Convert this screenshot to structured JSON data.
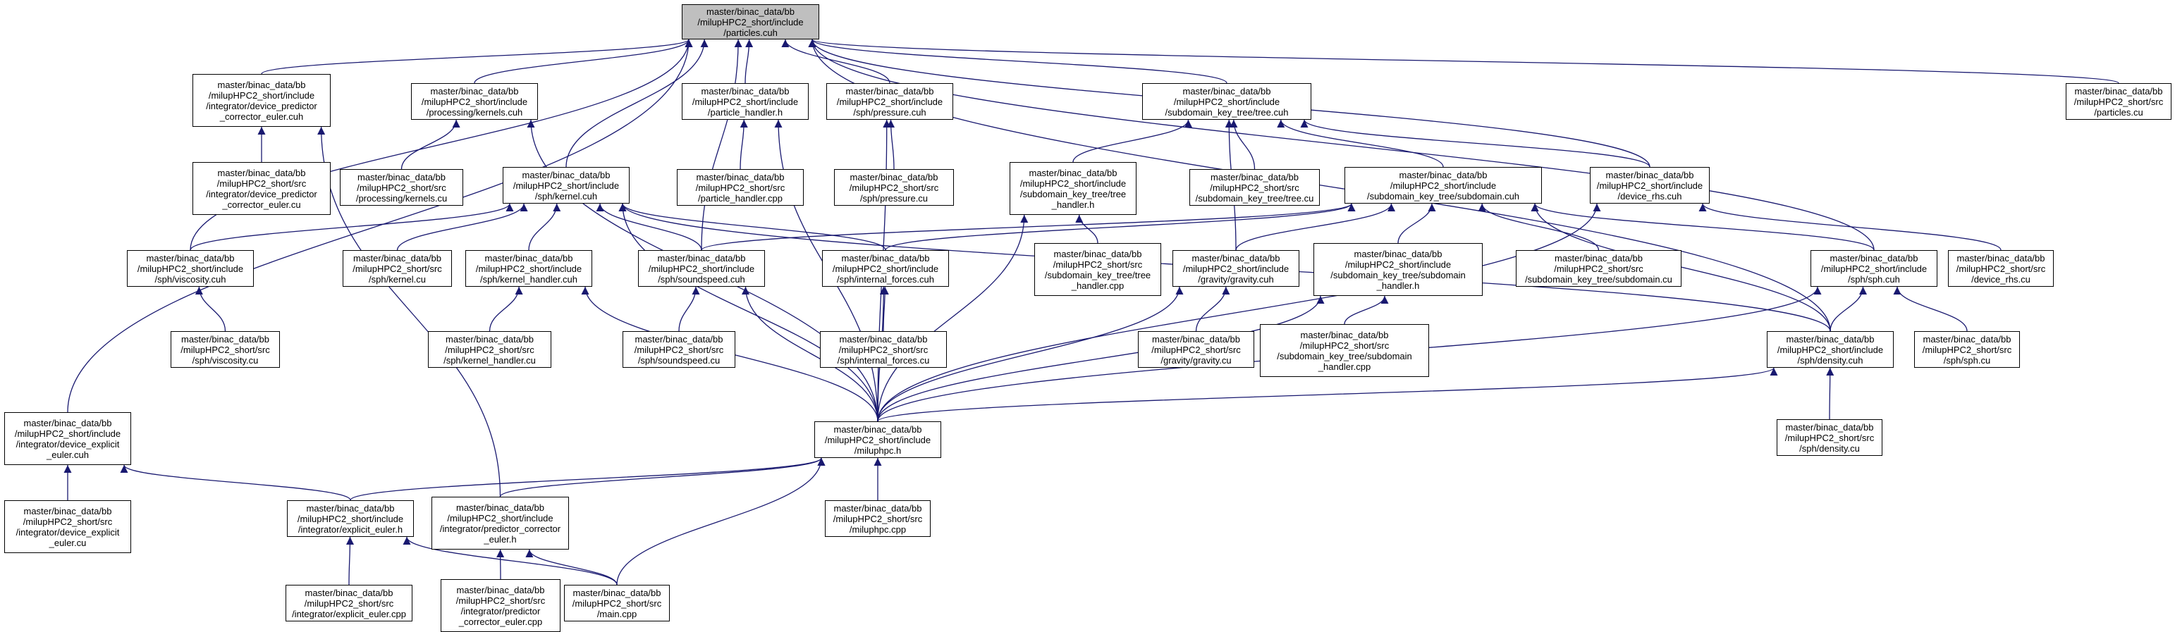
{
  "colors": {
    "edge": "#191970",
    "node_border": "#000000",
    "root_fill": "#bfbfbf",
    "node_fill": "#ffffff"
  },
  "nodes": {
    "particles_cuh": {
      "lines": [
        "master/binac_data/bb",
        "/milupHPC2_short/include",
        "/particles.cuh"
      ],
      "root": true
    },
    "device_predictor_corrector_euler_cuh": {
      "lines": [
        "master/binac_data/bb",
        "/milupHPC2_short/include",
        "/integrator/device_predictor",
        "_corrector_euler.cuh"
      ]
    },
    "processing_kernels_cuh": {
      "lines": [
        "master/binac_data/bb",
        "/milupHPC2_short/include",
        "/processing/kernels.cuh"
      ]
    },
    "particle_handler_h": {
      "lines": [
        "master/binac_data/bb",
        "/milupHPC2_short/include",
        "/particle_handler.h"
      ]
    },
    "sph_pressure_cuh": {
      "lines": [
        "master/binac_data/bb",
        "/milupHPC2_short/include",
        "/sph/pressure.cuh"
      ]
    },
    "tree_cuh": {
      "lines": [
        "master/binac_data/bb",
        "/milupHPC2_short/include",
        "/subdomain_key_tree/tree.cuh"
      ]
    },
    "src_particles_cu": {
      "lines": [
        "master/binac_data/bb",
        "/milupHPC2_short/src",
        "/particles.cu"
      ]
    },
    "src_device_predictor_corrector_euler_cu": {
      "lines": [
        "master/binac_data/bb",
        "/milupHPC2_short/src",
        "/integrator/device_predictor",
        "_corrector_euler.cu"
      ]
    },
    "src_processing_kernels_cu": {
      "lines": [
        "master/binac_data/bb",
        "/milupHPC2_short/src",
        "/processing/kernels.cu"
      ]
    },
    "sph_kernel_cuh": {
      "lines": [
        "master/binac_data/bb",
        "/milupHPC2_short/include",
        "/sph/kernel.cuh"
      ]
    },
    "src_particle_handler_cpp": {
      "lines": [
        "master/binac_data/bb",
        "/milupHPC2_short/src",
        "/particle_handler.cpp"
      ]
    },
    "src_sph_pressure_cu": {
      "lines": [
        "master/binac_data/bb",
        "/milupHPC2_short/src",
        "/sph/pressure.cu"
      ]
    },
    "tree_handler_h": {
      "lines": [
        "master/binac_data/bb",
        "/milupHPC2_short/include",
        "/subdomain_key_tree/tree",
        "_handler.h"
      ]
    },
    "src_tree_cu": {
      "lines": [
        "master/binac_data/bb",
        "/milupHPC2_short/src",
        "/subdomain_key_tree/tree.cu"
      ]
    },
    "subdomain_cuh": {
      "lines": [
        "master/binac_data/bb",
        "/milupHPC2_short/include",
        "/subdomain_key_tree/subdomain.cuh"
      ]
    },
    "device_rhs_cuh": {
      "lines": [
        "master/binac_data/bb",
        "/milupHPC2_short/include",
        "/device_rhs.cuh"
      ]
    },
    "sph_viscosity_cuh": {
      "lines": [
        "master/binac_data/bb",
        "/milupHPC2_short/include",
        "/sph/viscosity.cuh"
      ]
    },
    "src_sph_kernel_cu": {
      "lines": [
        "master/binac_data/bb",
        "/milupHPC2_short/src",
        "/sph/kernel.cu"
      ]
    },
    "sph_kernel_handler_cuh": {
      "lines": [
        "master/binac_data/bb",
        "/milupHPC2_short/include",
        "/sph/kernel_handler.cuh"
      ]
    },
    "sph_soundspeed_cuh": {
      "lines": [
        "master/binac_data/bb",
        "/milupHPC2_short/include",
        "/sph/soundspeed.cuh"
      ]
    },
    "sph_internal_forces_cuh": {
      "lines": [
        "master/binac_data/bb",
        "/milupHPC2_short/include",
        "/sph/internal_forces.cuh"
      ]
    },
    "src_tree_handler_cpp": {
      "lines": [
        "master/binac_data/bb",
        "/milupHPC2_short/src",
        "/subdomain_key_tree/tree",
        "_handler.cpp"
      ]
    },
    "gravity_cuh": {
      "lines": [
        "master/binac_data/bb",
        "/milupHPC2_short/include",
        "/gravity/gravity.cuh"
      ]
    },
    "subdomain_handler_h": {
      "lines": [
        "master/binac_data/bb",
        "/milupHPC2_short/include",
        "/subdomain_key_tree/subdomain",
        "_handler.h"
      ]
    },
    "src_subdomain_cu": {
      "lines": [
        "master/binac_data/bb",
        "/milupHPC2_short/src",
        "/subdomain_key_tree/subdomain.cu"
      ]
    },
    "sph_sph_cuh": {
      "lines": [
        "master/binac_data/bb",
        "/milupHPC2_short/include",
        "/sph/sph.cuh"
      ]
    },
    "src_device_rhs_cu": {
      "lines": [
        "master/binac_data/bb",
        "/milupHPC2_short/src",
        "/device_rhs.cu"
      ]
    },
    "src_sph_viscosity_cu": {
      "lines": [
        "master/binac_data/bb",
        "/milupHPC2_short/src",
        "/sph/viscosity.cu"
      ]
    },
    "src_sph_kernel_handler_cu": {
      "lines": [
        "master/binac_data/bb",
        "/milupHPC2_short/src",
        "/sph/kernel_handler.cu"
      ]
    },
    "src_sph_soundspeed_cu": {
      "lines": [
        "master/binac_data/bb",
        "/milupHPC2_short/src",
        "/sph/soundspeed.cu"
      ]
    },
    "src_sph_internal_forces_cu": {
      "lines": [
        "master/binac_data/bb",
        "/milupHPC2_short/src",
        "/sph/internal_forces.cu"
      ]
    },
    "src_gravity_cu": {
      "lines": [
        "master/binac_data/bb",
        "/milupHPC2_short/src",
        "/gravity/gravity.cu"
      ]
    },
    "src_subdomain_handler_cpp": {
      "lines": [
        "master/binac_data/bb",
        "/milupHPC2_short/src",
        "/subdomain_key_tree/subdomain",
        "_handler.cpp"
      ]
    },
    "sph_density_cuh": {
      "lines": [
        "master/binac_data/bb",
        "/milupHPC2_short/include",
        "/sph/density.cuh"
      ]
    },
    "src_sph_sph_cu": {
      "lines": [
        "master/binac_data/bb",
        "/milupHPC2_short/src",
        "/sph/sph.cu"
      ]
    },
    "device_explicit_euler_cuh": {
      "lines": [
        "master/binac_data/bb",
        "/milupHPC2_short/include",
        "/integrator/device_explicit",
        "_euler.cuh"
      ]
    },
    "miluphpc_h": {
      "lines": [
        "master/binac_data/bb",
        "/milupHPC2_short/include",
        "/miluphpc.h"
      ]
    },
    "src_sph_density_cu": {
      "lines": [
        "master/binac_data/bb",
        "/milupHPC2_short/src",
        "/sph/density.cu"
      ]
    },
    "src_device_explicit_euler_cu": {
      "lines": [
        "master/binac_data/bb",
        "/milupHPC2_short/src",
        "/integrator/device_explicit",
        "_euler.cu"
      ]
    },
    "explicit_euler_h": {
      "lines": [
        "master/binac_data/bb",
        "/milupHPC2_short/include",
        "/integrator/explicit_euler.h"
      ]
    },
    "predictor_corrector_euler_h": {
      "lines": [
        "master/binac_data/bb",
        "/milupHPC2_short/include",
        "/integrator/predictor_corrector",
        "_euler.h"
      ]
    },
    "src_miluphpc_cpp": {
      "lines": [
        "master/binac_data/bb",
        "/milupHPC2_short/src",
        "/miluphpc.cpp"
      ]
    },
    "src_explicit_euler_cpp": {
      "lines": [
        "master/binac_data/bb",
        "/milupHPC2_short/src",
        "/integrator/explicit_euler.cpp"
      ]
    },
    "src_predictor_corrector_euler_cpp": {
      "lines": [
        "master/binac_data/bb",
        "/milupHPC2_short/src",
        "/integrator/predictor",
        "_corrector_euler.cpp"
      ]
    },
    "src_main_cpp": {
      "lines": [
        "master/binac_data/bb",
        "/milupHPC2_short/src",
        "/main.cpp"
      ]
    }
  },
  "edges": [
    [
      "device_predictor_corrector_euler_cuh",
      "particles_cuh"
    ],
    [
      "processing_kernels_cuh",
      "particles_cuh"
    ],
    [
      "particle_handler_h",
      "particles_cuh"
    ],
    [
      "sph_pressure_cuh",
      "particles_cuh"
    ],
    [
      "tree_cuh",
      "particles_cuh"
    ],
    [
      "src_particles_cu",
      "particles_cuh"
    ],
    [
      "sph_kernel_cuh",
      "particles_cuh"
    ],
    [
      "sph_viscosity_cuh",
      "particles_cuh"
    ],
    [
      "sph_soundspeed_cuh",
      "particles_cuh"
    ],
    [
      "device_explicit_euler_cuh",
      "particles_cuh"
    ],
    [
      "device_rhs_cuh",
      "particles_cuh"
    ],
    [
      "sph_sph_cuh",
      "particles_cuh"
    ],
    [
      "sph_density_cuh",
      "particles_cuh"
    ],
    [
      "src_device_predictor_corrector_euler_cu",
      "device_predictor_corrector_euler_cuh"
    ],
    [
      "predictor_corrector_euler_h",
      "device_predictor_corrector_euler_cuh"
    ],
    [
      "src_processing_kernels_cu",
      "processing_kernels_cuh"
    ],
    [
      "miluphpc_h",
      "processing_kernels_cuh"
    ],
    [
      "src_particle_handler_cpp",
      "particle_handler_h"
    ],
    [
      "miluphpc_h",
      "particle_handler_h"
    ],
    [
      "src_sph_pressure_cu",
      "sph_pressure_cuh"
    ],
    [
      "miluphpc_h",
      "sph_pressure_cuh"
    ],
    [
      "tree_handler_h",
      "tree_cuh"
    ],
    [
      "src_tree_cu",
      "tree_cuh"
    ],
    [
      "subdomain_cuh",
      "tree_cuh"
    ],
    [
      "device_rhs_cuh",
      "tree_cuh"
    ],
    [
      "gravity_cuh",
      "tree_cuh"
    ],
    [
      "sph_viscosity_cuh",
      "sph_kernel_cuh"
    ],
    [
      "src_sph_kernel_cu",
      "sph_kernel_cuh"
    ],
    [
      "sph_kernel_handler_cuh",
      "sph_kernel_cuh"
    ],
    [
      "sph_soundspeed_cuh",
      "sph_kernel_cuh"
    ],
    [
      "sph_internal_forces_cuh",
      "sph_kernel_cuh"
    ],
    [
      "sph_density_cuh",
      "sph_kernel_cuh"
    ],
    [
      "miluphpc_h",
      "sph_kernel_cuh"
    ],
    [
      "src_tree_handler_cpp",
      "tree_handler_h"
    ],
    [
      "miluphpc_h",
      "tree_handler_h"
    ],
    [
      "sph_soundspeed_cuh",
      "subdomain_cuh"
    ],
    [
      "sph_internal_forces_cuh",
      "subdomain_cuh"
    ],
    [
      "gravity_cuh",
      "subdomain_cuh"
    ],
    [
      "subdomain_handler_h",
      "subdomain_cuh"
    ],
    [
      "src_subdomain_cu",
      "subdomain_cuh"
    ],
    [
      "sph_sph_cuh",
      "subdomain_cuh"
    ],
    [
      "sph_density_cuh",
      "subdomain_cuh"
    ],
    [
      "src_device_rhs_cu",
      "device_rhs_cuh"
    ],
    [
      "miluphpc_h",
      "device_rhs_cuh"
    ],
    [
      "src_sph_viscosity_cu",
      "sph_viscosity_cuh"
    ],
    [
      "src_sph_kernel_handler_cu",
      "sph_kernel_handler_cuh"
    ],
    [
      "miluphpc_h",
      "sph_kernel_handler_cuh"
    ],
    [
      "src_sph_soundspeed_cu",
      "sph_soundspeed_cuh"
    ],
    [
      "miluphpc_h",
      "sph_soundspeed_cuh"
    ],
    [
      "src_sph_internal_forces_cu",
      "sph_internal_forces_cuh"
    ],
    [
      "miluphpc_h",
      "sph_internal_forces_cuh"
    ],
    [
      "src_gravity_cu",
      "gravity_cuh"
    ],
    [
      "miluphpc_h",
      "gravity_cuh"
    ],
    [
      "src_subdomain_handler_cpp",
      "subdomain_handler_h"
    ],
    [
      "miluphpc_h",
      "subdomain_handler_h"
    ],
    [
      "src_sph_sph_cu",
      "sph_sph_cuh"
    ],
    [
      "sph_density_cuh",
      "sph_sph_cuh"
    ],
    [
      "miluphpc_h",
      "sph_sph_cuh"
    ],
    [
      "src_sph_density_cu",
      "sph_density_cuh"
    ],
    [
      "miluphpc_h",
      "sph_density_cuh"
    ],
    [
      "src_device_explicit_euler_cu",
      "device_explicit_euler_cuh"
    ],
    [
      "explicit_euler_h",
      "device_explicit_euler_cuh"
    ],
    [
      "explicit_euler_h",
      "miluphpc_h"
    ],
    [
      "predictor_corrector_euler_h",
      "miluphpc_h"
    ],
    [
      "src_miluphpc_cpp",
      "miluphpc_h"
    ],
    [
      "src_main_cpp",
      "miluphpc_h"
    ],
    [
      "src_explicit_euler_cpp",
      "explicit_euler_h"
    ],
    [
      "src_main_cpp",
      "explicit_euler_h"
    ],
    [
      "src_predictor_corrector_euler_cpp",
      "predictor_corrector_euler_h"
    ],
    [
      "src_main_cpp",
      "predictor_corrector_euler_h"
    ]
  ]
}
